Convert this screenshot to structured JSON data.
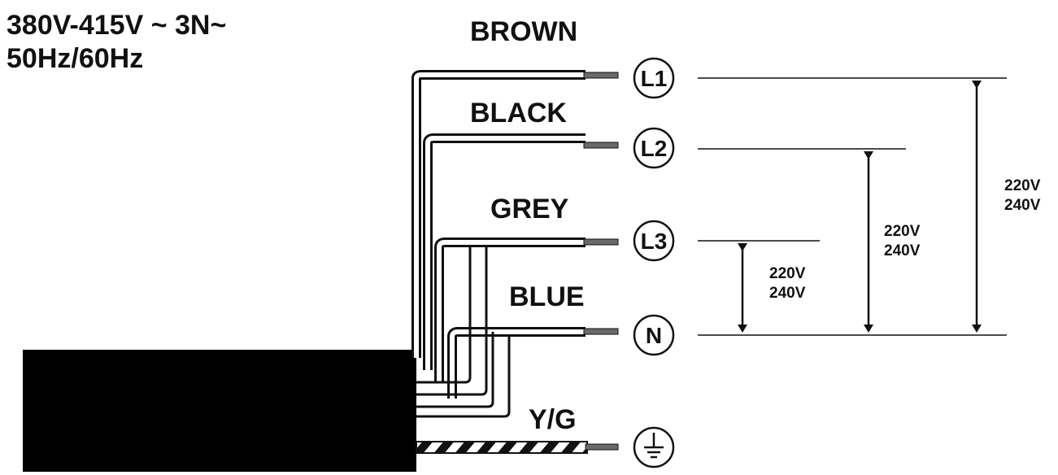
{
  "supply": {
    "line1": "380V-415V ~  3N~",
    "line2": "50Hz/60Hz"
  },
  "wires": [
    {
      "color_label": "BROWN",
      "terminal": "L1"
    },
    {
      "color_label": "BLACK",
      "terminal": "L2"
    },
    {
      "color_label": "GREY",
      "terminal": "L3"
    },
    {
      "color_label": "BLUE",
      "terminal": "N"
    },
    {
      "color_label": "Y/G",
      "terminal": "earth",
      "terminal_icon": "ground-icon"
    }
  ],
  "voltages": [
    {
      "from": "L3",
      "to": "N",
      "line1": "220V",
      "line2": "240V"
    },
    {
      "from": "L2",
      "to": "N",
      "line1": "220V",
      "line2": "240V"
    },
    {
      "from": "L1",
      "to": "N",
      "line1": "220V",
      "line2": "240V"
    }
  ],
  "colors": {
    "cable": "#000000",
    "line": "#111111",
    "background": "#ffffff"
  }
}
